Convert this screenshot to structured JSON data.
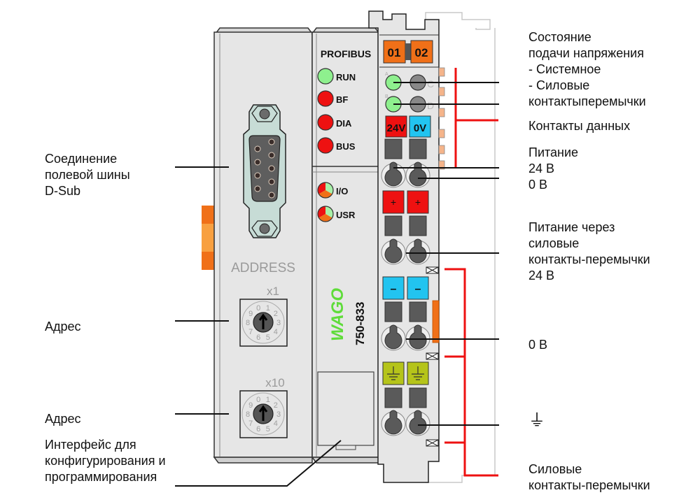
{
  "device": {
    "bus_name": "PROFIBUS",
    "model": "750-833",
    "brand": "WAGO",
    "address_title": "ADDRESS",
    "switch_x1_label": "x1",
    "switch_x10_label": "x10",
    "dial_digits": [
      "0",
      "1",
      "2",
      "3",
      "4",
      "5",
      "6",
      "7",
      "8",
      "9"
    ],
    "leds": [
      {
        "label": "RUN",
        "color": "#8ef08e"
      },
      {
        "label": "BF",
        "color": "#ee1111"
      },
      {
        "label": "DIA",
        "color": "#ee1111"
      },
      {
        "label": "BUS",
        "color": "#ee1111"
      }
    ],
    "multi_leds": [
      {
        "label": "I/O"
      },
      {
        "label": "USR"
      }
    ],
    "terminal": {
      "top_labels": [
        "01",
        "02"
      ],
      "status_leds": [
        "A",
        "B",
        "C",
        "D"
      ],
      "supply_labels": [
        "24V",
        "0V"
      ],
      "plus_sign": "+",
      "minus_sign": "–"
    }
  },
  "labels_left": {
    "dsub": "Соединение\nполевой шины\nD-Sub",
    "address1": "Адрес",
    "address2": "Адрес",
    "interface": "Интерфейс для\nконфигурирования и\nпрограммирования"
  },
  "labels_right": {
    "supply_status": "Состояние\nподачи напряжения\n- Системное\n- Силовые\nконтактыперемычки",
    "data_contacts": "Контакты данных",
    "supply": "Питание\n24 В\n0 В",
    "power_jumper_24": "Питание через\nсиловые\nконтакты-перемычки\n24 В",
    "zero_v": "0 В",
    "ground_symbol": "⏚",
    "power_jumpers": "Силовые\nконтакты-перемычки"
  },
  "colors": {
    "housing": "#e6e6e6",
    "orange": "#f07018",
    "red": "#ee1111",
    "blue": "#22c4f0",
    "green_led": "#8ef08e",
    "ground_terminal": "#b5c41a",
    "wago_green": "#5fdc3a",
    "dark_grey": "#5a5a5a"
  }
}
